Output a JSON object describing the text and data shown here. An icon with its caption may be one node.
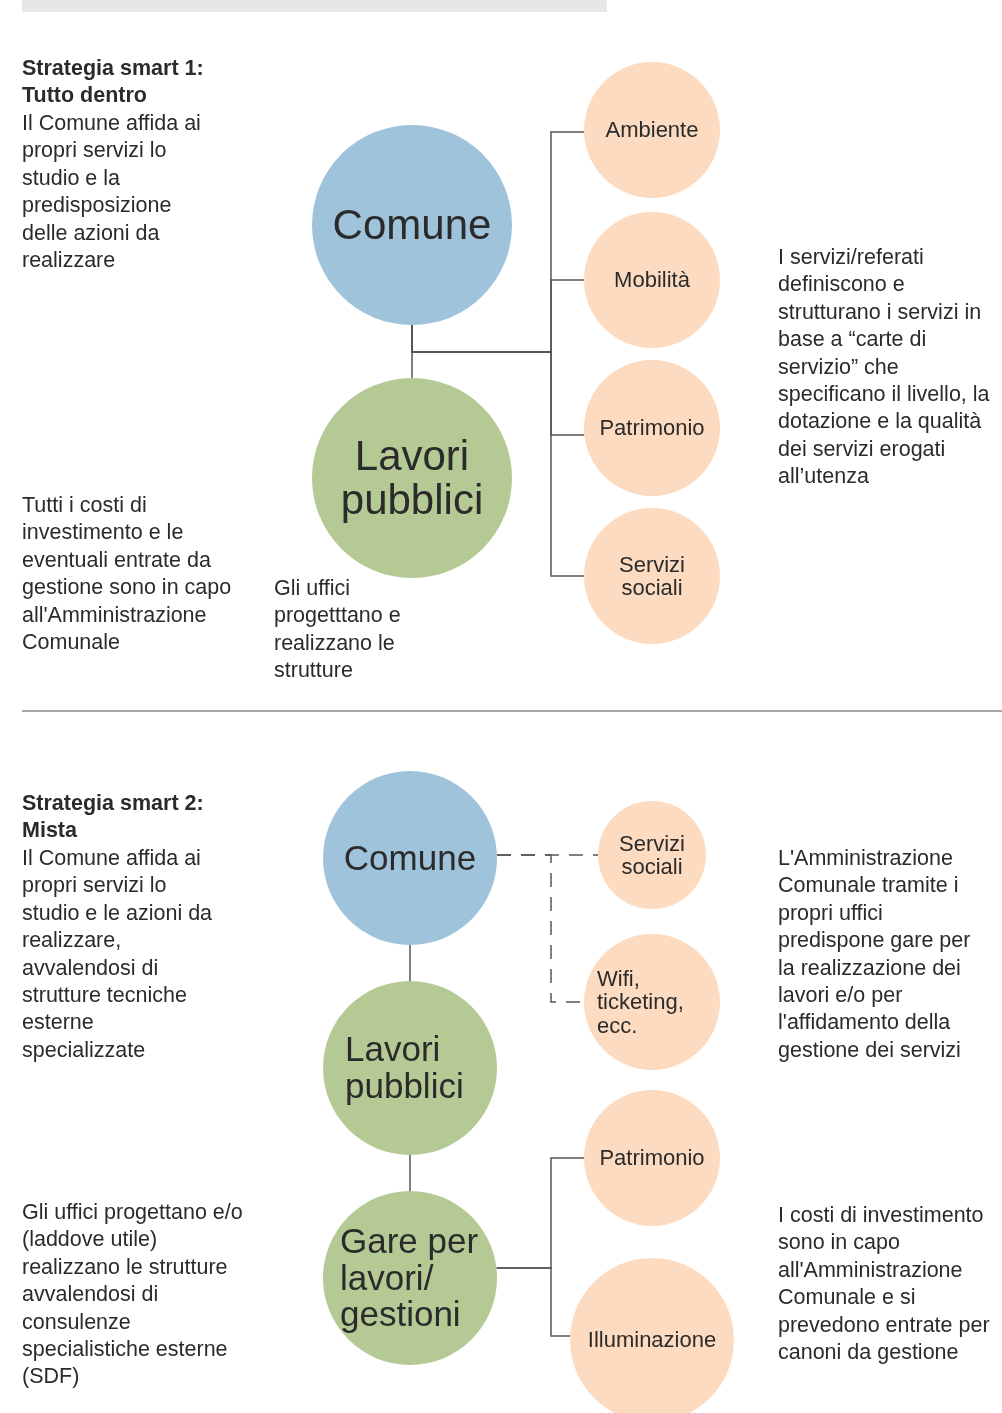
{
  "diagram": {
    "nodes": [
      {
        "text": [
          "Comune"
        ]
      },
      {
        "text": [
          "Lavori pubblici"
        ]
      },
      {
        "text": [
          "Ambiente"
        ]
      },
      {
        "text": [
          "Mobilità"
        ]
      },
      {
        "text": [
          "Patrimonio"
        ]
      },
      {
        "text": [
          "Servizi sociali"
        ]
      },
      {
        "text": [
          "Comune"
        ]
      },
      {
        "text": [
          "Lavori pubblici"
        ]
      },
      {
        "text": [
          "Gare per lavori/ gestioni"
        ]
      },
      {
        "text": [
          "Servizi sociali"
        ]
      },
      {
        "text": [
          "Wifi, ticketing, ecc."
        ]
      },
      {
        "text": [
          "Patrimonio"
        ]
      },
      {
        "text": [
          "Illuminazione"
        ]
      }
    ],
    "edges": [
      {
        "from": 0,
        "to": 1,
        "arrow": "none"
      },
      {
        "from": 0,
        "to": 2,
        "arrow": "none"
      },
      {
        "from": 0,
        "to": 3,
        "arrow": "none"
      },
      {
        "from": 0,
        "to": 4,
        "arrow": "none"
      },
      {
        "from": 0,
        "to": 5,
        "arrow": "none"
      },
      {
        "from": 6,
        "to": 7,
        "arrow": "none"
      },
      {
        "from": 7,
        "to": 8,
        "arrow": "none"
      },
      {
        "from": 6,
        "to": 9,
        "arrow": "none",
        "style": "dashed"
      },
      {
        "from": 6,
        "to": 10,
        "arrow": "none",
        "style": "dashed"
      },
      {
        "from": 8,
        "to": 11,
        "arrow": "none"
      },
      {
        "from": 8,
        "to": 12,
        "arrow": "none"
      }
    ],
    "labels": [
      "Strategia smart 1: Tutto dentro",
      "Il Comune affida ai propri servizi lo studio e la predisposizione delle azioni da realizzare",
      "I servizi/referati definiscono e strutturano i servizi in base a “carte di servizio” che specificano il livello, la dotazione e la qualità dei servizi erogati all’utenza",
      "Tutti i costi di investimento e le eventuali entrate da gestione sono in capo all'Amministrazione Comunale",
      "Gli uffici progetttano e realizzano le strutture",
      "Strategia smart 2: Mista",
      "Il Comune affida ai propri servizi lo studio e le azioni da realizzare, avvalendosi di strutture tecniche esterne specializzate",
      "L'Amministrazione Comunale tramite i propri uffici predispone gare per la realizzazione dei lavori e/o per l'affidamento della gestione dei servizi",
      "Gli uffici progettano e/o (laddove utile) realizzano le strutture avvalendosi di consulenze specialistiche esterne (SDF)",
      "I costi di investimento sono in capo all'Amministrazione Comunale e si prevedono entrate per canoni da gestione"
    ]
  }
}
